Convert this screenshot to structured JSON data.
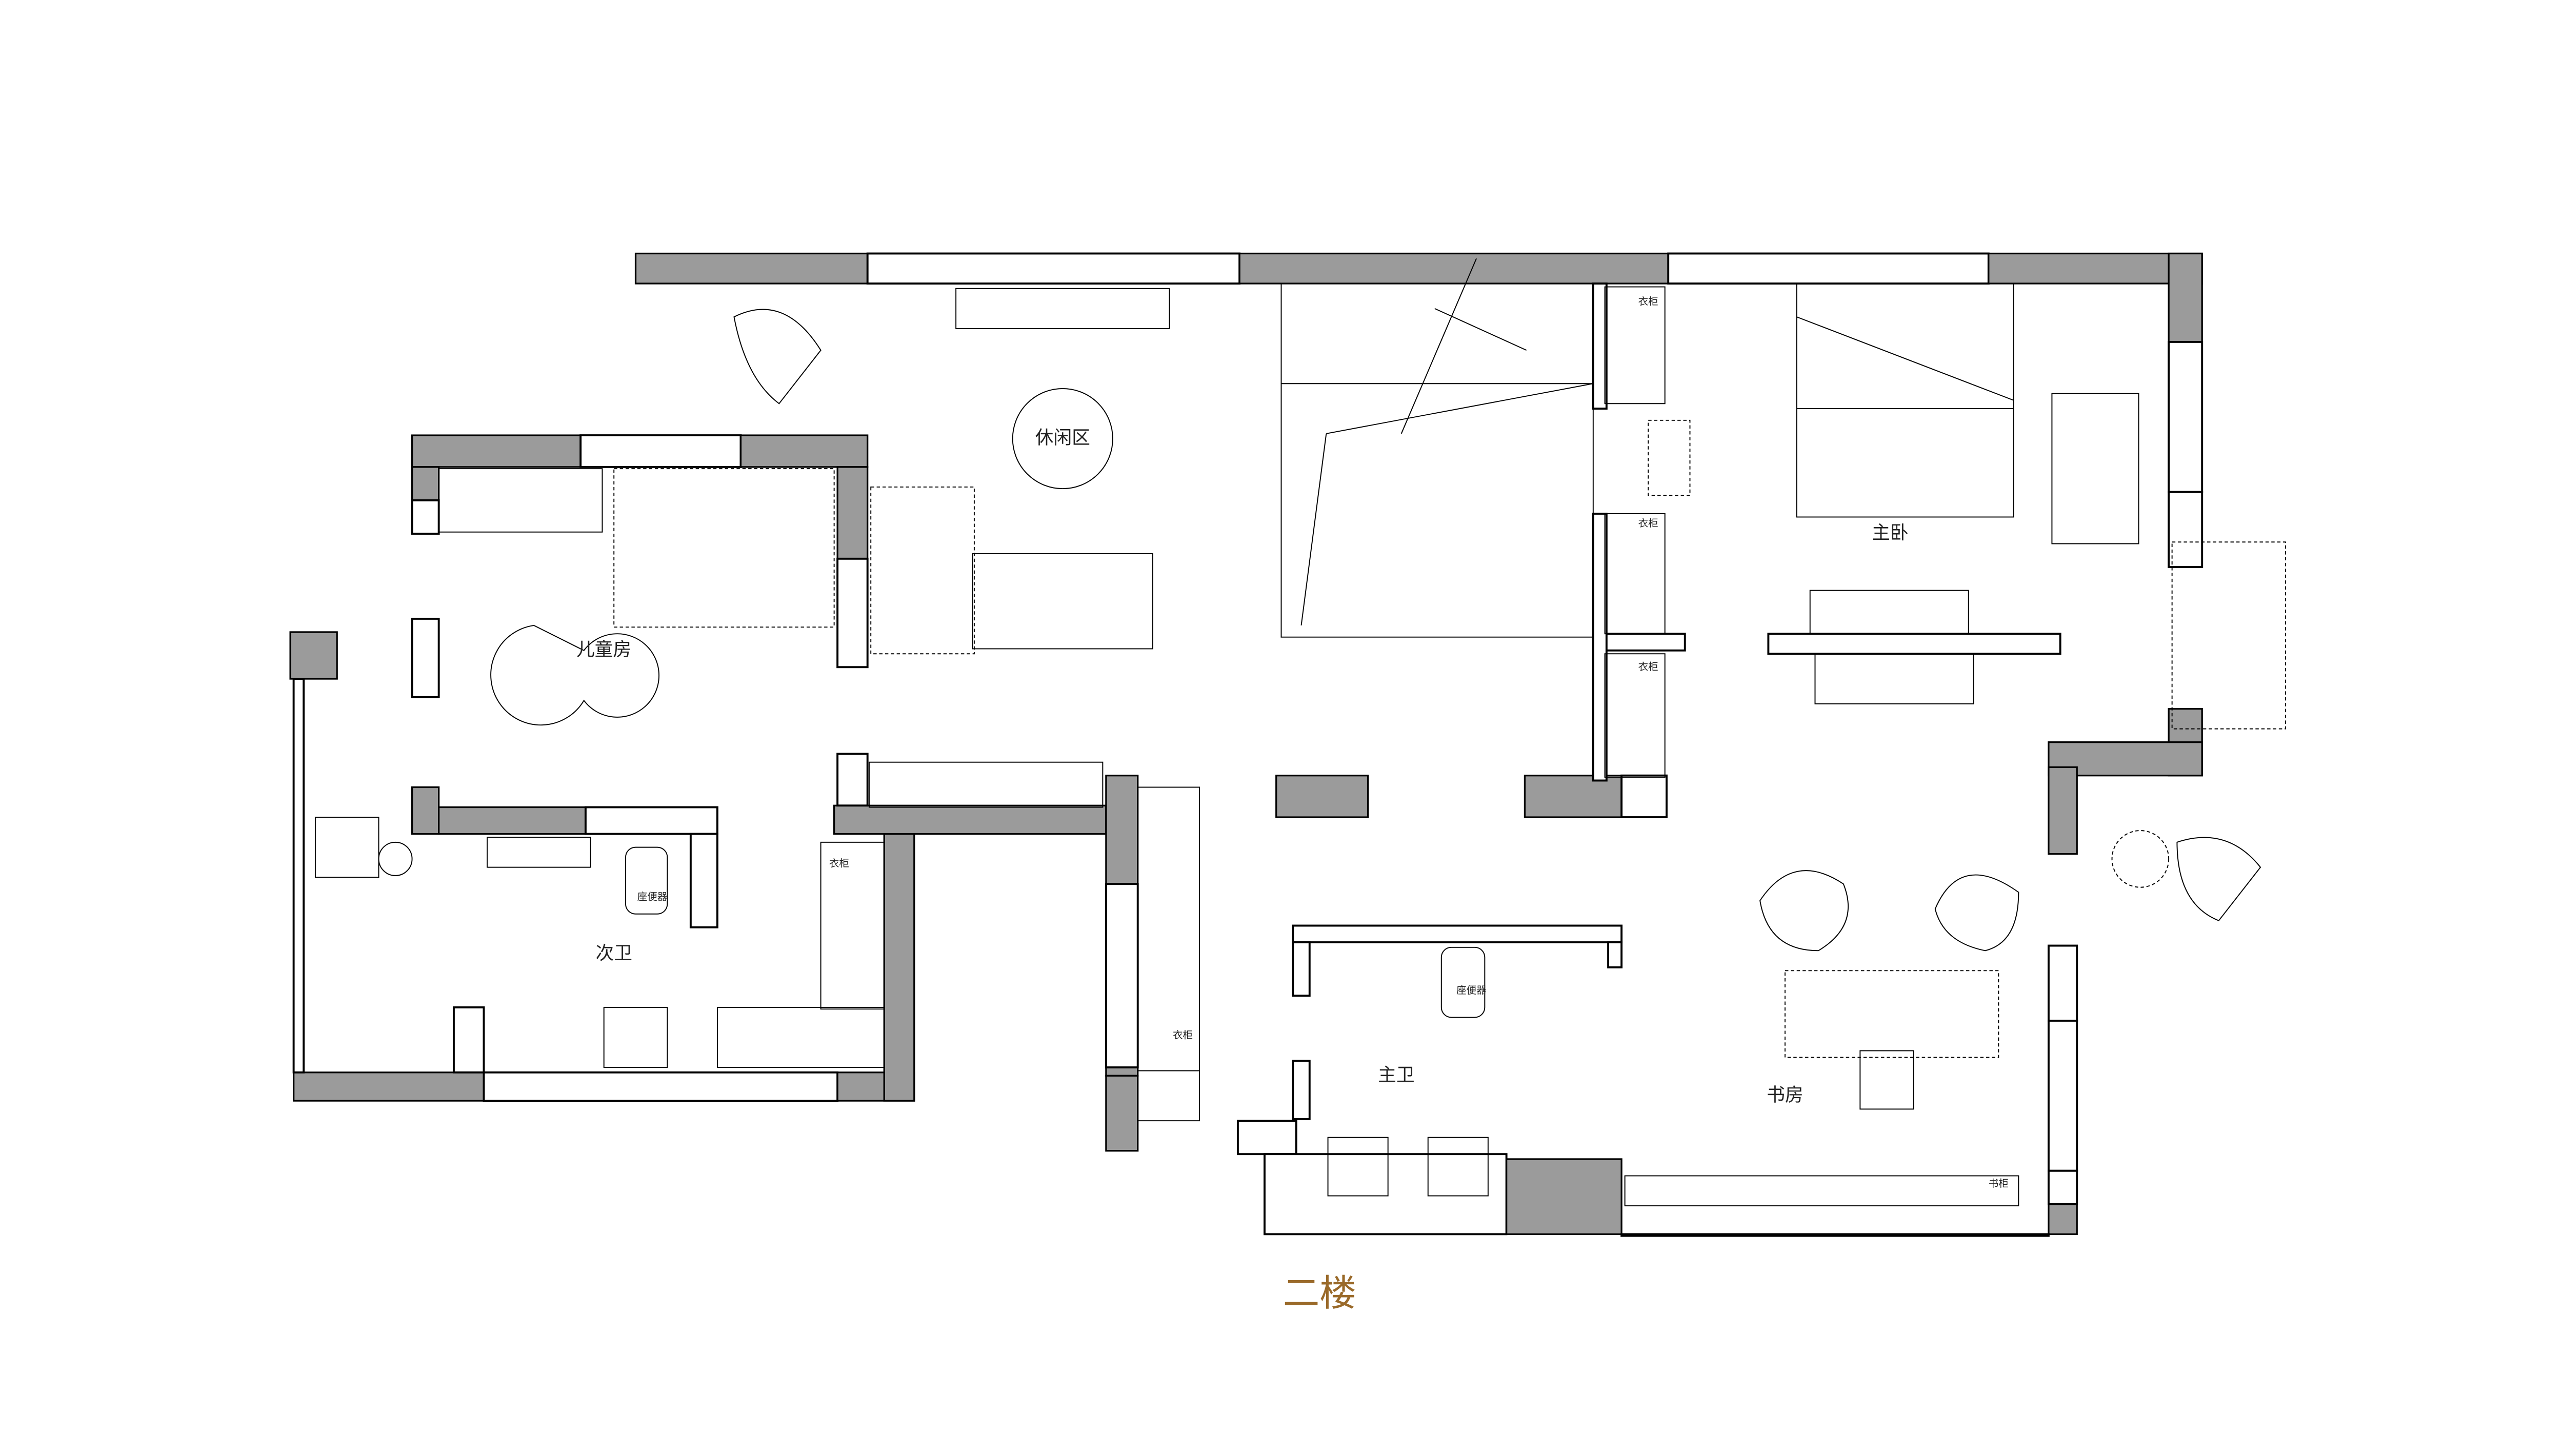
{
  "title": "二楼",
  "title_color": "#9a6a2a",
  "wall_color": "#9b9b9b",
  "rooms": {
    "lounge": "休闲区",
    "kids_room": "儿童房",
    "master_bedroom": "主卧",
    "second_bath": "次卫",
    "master_bath": "主卫",
    "study": "书房"
  },
  "fixtures": {
    "wardrobe": "衣柜",
    "toilet": "座便器",
    "bookcase": "书柜"
  }
}
